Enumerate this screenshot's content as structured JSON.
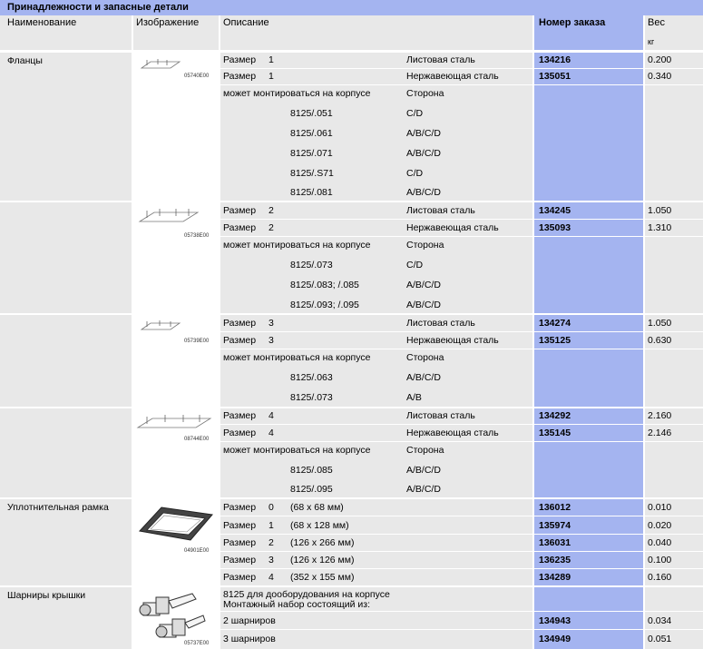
{
  "title": "Принадлежности и запасные детали",
  "headers": {
    "name": "Наименование",
    "image": "Изображение",
    "description": "Описание",
    "order": "Номер заказа",
    "weight": "Вес",
    "weight_unit": "кг"
  },
  "labels": {
    "size": "Размер",
    "mountable": "может монтироваться на корпусе",
    "side": "Сторона",
    "sheet_steel": "Листовая сталь",
    "stainless": "Нержавеющая сталь"
  },
  "groups": {
    "flanges": {
      "name": "Фланцы",
      "images": [
        "05740E00",
        "05738E00",
        "05739E00",
        "08744E00"
      ],
      "sizes": [
        {
          "size": "1",
          "rows": [
            {
              "material": "Листовая сталь",
              "order": "134216",
              "weight": "0.200"
            },
            {
              "material": "Нержавеющая сталь",
              "order": "135051",
              "weight": "0.340"
            }
          ],
          "housings": [
            {
              "housing": "8125/.051",
              "side": "C/D"
            },
            {
              "housing": "8125/.061",
              "side": "A/B/C/D"
            },
            {
              "housing": "8125/.071",
              "side": "A/B/C/D"
            },
            {
              "housing": "8125/.S71",
              "side": "C/D"
            },
            {
              "housing": "8125/.081",
              "side": "A/B/C/D"
            }
          ]
        },
        {
          "size": "2",
          "rows": [
            {
              "material": "Листовая сталь",
              "order": "134245",
              "weight": "1.050"
            },
            {
              "material": "Нержавеющая сталь",
              "order": "135093",
              "weight": "1.310"
            }
          ],
          "housings": [
            {
              "housing": "8125/.073",
              "side": "C/D"
            },
            {
              "housing": "8125/.083; /.085",
              "side": "A/B/C/D"
            },
            {
              "housing": "8125/.093; /.095",
              "side": "A/B/C/D"
            }
          ]
        },
        {
          "size": "3",
          "rows": [
            {
              "material": "Листовая сталь",
              "order": "134274",
              "weight": "1.050"
            },
            {
              "material": "Нержавеющая сталь",
              "order": "135125",
              "weight": "0.630"
            }
          ],
          "housings": [
            {
              "housing": "8125/.063",
              "side": "A/B/C/D"
            },
            {
              "housing": "8125/.073",
              "side": "A/B"
            }
          ]
        },
        {
          "size": "4",
          "rows": [
            {
              "material": "Листовая сталь",
              "order": "134292",
              "weight": "2.160"
            },
            {
              "material": "Нержавеющая сталь",
              "order": "135145",
              "weight": "2.146"
            }
          ],
          "housings": [
            {
              "housing": "8125/.085",
              "side": "A/B/C/D"
            },
            {
              "housing": "8125/.095",
              "side": "A/B/C/D"
            }
          ]
        }
      ]
    },
    "gasket": {
      "name": "Уплотнительная рамка",
      "image": "04901E00",
      "rows": [
        {
          "size": "0",
          "dims": "(68 x 68 мм)",
          "order": "136012",
          "weight": "0.010"
        },
        {
          "size": "1",
          "dims": "(68 x 128 мм)",
          "order": "135974",
          "weight": "0.020"
        },
        {
          "size": "2",
          "dims": "(126 x 266 мм)",
          "order": "136031",
          "weight": "0.040"
        },
        {
          "size": "3",
          "dims": "(126 x 126 мм)",
          "order": "136235",
          "weight": "0.100"
        },
        {
          "size": "4",
          "dims": "(352 x 155 мм)",
          "order": "134289",
          "weight": "0.160"
        }
      ]
    },
    "hinges": {
      "name": "Шарниры крышки",
      "image": "05737E00",
      "desc_line1": "8125 для дооборудования на корпусе",
      "desc_line2": "Монтажный набор состоящий из:",
      "rows": [
        {
          "label": "2 шарниров",
          "order": "134943",
          "weight": "0.034"
        },
        {
          "label": "3 шарниров",
          "order": "134949",
          "weight": "0.051"
        }
      ]
    }
  }
}
